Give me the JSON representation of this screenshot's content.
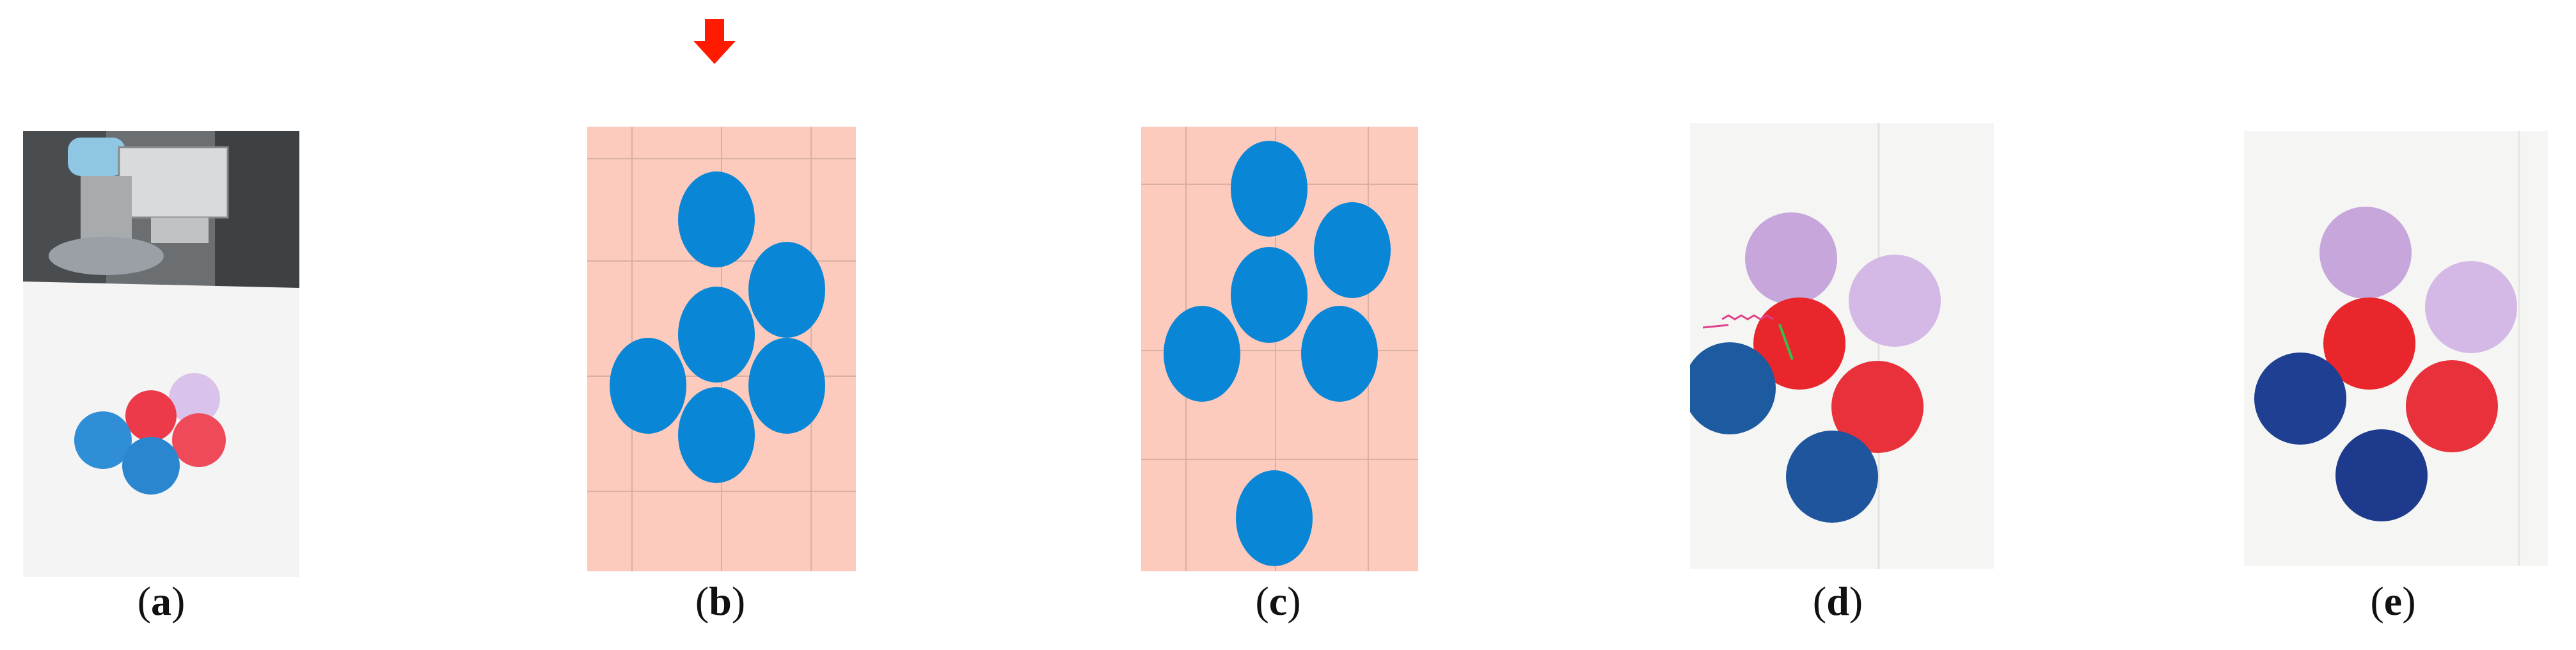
{
  "captions": {
    "a": {
      "open": "(",
      "letter": "a",
      "close": ")"
    },
    "b": {
      "open": "(",
      "letter": "b",
      "close": ")"
    },
    "c": {
      "open": "(",
      "letter": "c",
      "close": ")"
    },
    "d": {
      "open": "(",
      "letter": "d",
      "close": ")"
    },
    "e": {
      "open": "(",
      "letter": "e",
      "close": ")"
    }
  },
  "colors": {
    "sim_background": "#fccbbd",
    "sim_grid": "#d9b0a2",
    "sim_disc": "#0a86d6",
    "arrow": "#ff1a00",
    "lavender_disc": "#c7a6dc",
    "red_disc": "#e8262c",
    "blue_disc": "#1e5aa0",
    "photo_background": "#f5f5f3"
  },
  "icons": {
    "push_arrow": "down-arrow-icon"
  }
}
